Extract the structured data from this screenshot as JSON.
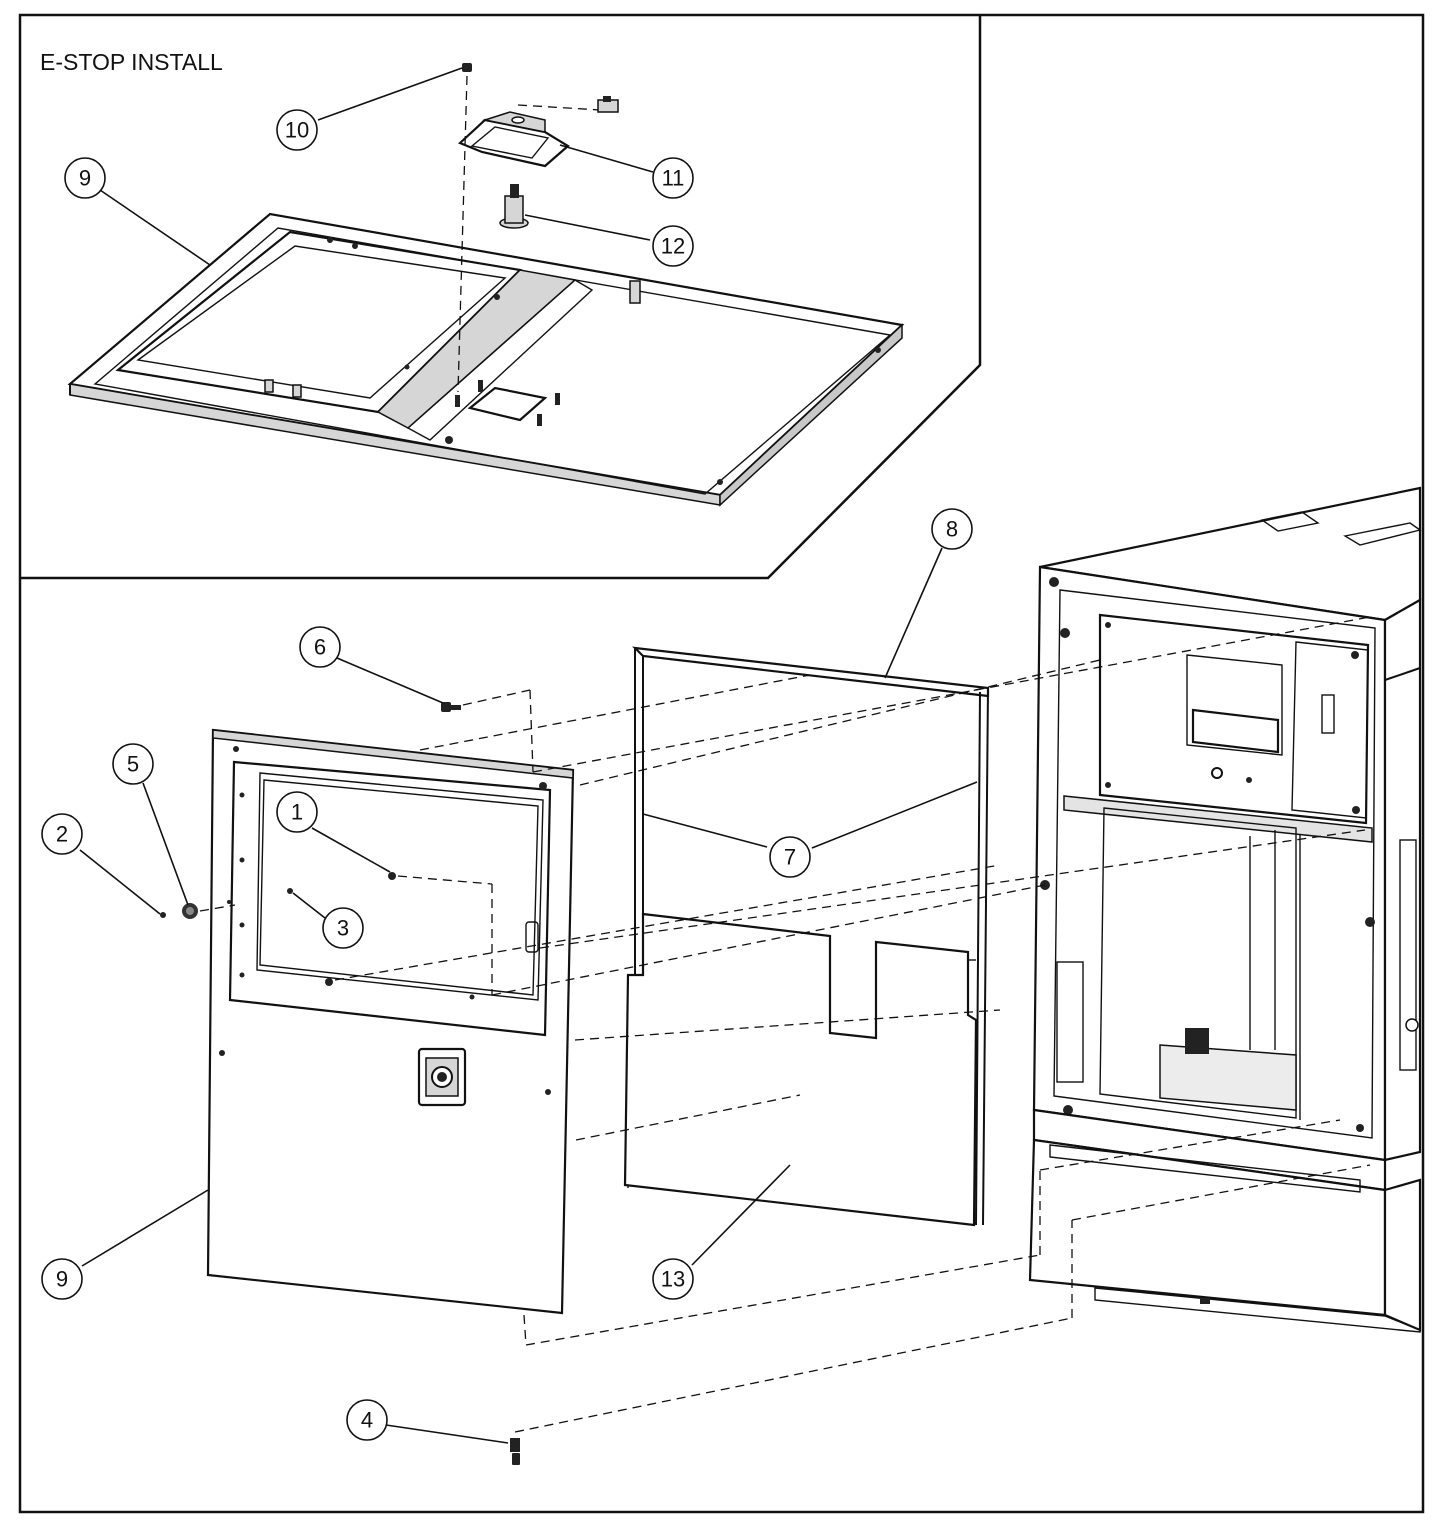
{
  "inset": {
    "title": "E-STOP INSTALL"
  },
  "callouts": [
    {
      "id": "c1",
      "label": "1"
    },
    {
      "id": "c2",
      "label": "2"
    },
    {
      "id": "c3",
      "label": "3"
    },
    {
      "id": "c4",
      "label": "4"
    },
    {
      "id": "c5",
      "label": "5"
    },
    {
      "id": "c6",
      "label": "6"
    },
    {
      "id": "c7",
      "label": "7"
    },
    {
      "id": "c8",
      "label": "8"
    },
    {
      "id": "c9a",
      "label": "9"
    },
    {
      "id": "c9b",
      "label": "9"
    },
    {
      "id": "c10",
      "label": "10"
    },
    {
      "id": "c11",
      "label": "11"
    },
    {
      "id": "c12",
      "label": "12"
    },
    {
      "id": "c13",
      "label": "13"
    }
  ],
  "colors": {
    "line": "#111111",
    "background": "#ffffff",
    "shade": "#d6d6d6"
  }
}
